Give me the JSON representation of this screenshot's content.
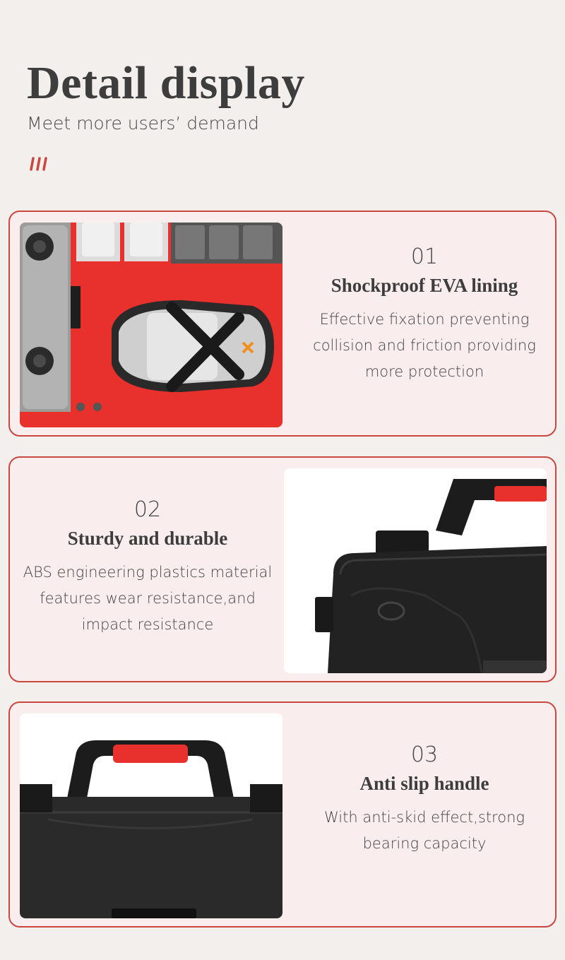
{
  "header": {
    "title": "Detail display",
    "subtitle": "Meet more users’ demand"
  },
  "colors": {
    "accent": "#c9473f",
    "card_bg": "#f9eeed",
    "page_bg": "#f2efed",
    "eva_red": "#e8302c"
  },
  "features": [
    {
      "number": "01",
      "title": "Shockproof EVA lining",
      "description_lines": [
        "Effective fixation preventing",
        "collision and friction providing",
        "more protection"
      ]
    },
    {
      "number": "02",
      "title": "Sturdy and durable",
      "description_lines": [
        "ABS engineering plastics material",
        "features wear  resistance,and",
        "impact  resistance"
      ]
    },
    {
      "number": "03",
      "title": "Anti slip handle",
      "description_lines": [
        "With anti-skid effect,strong",
        "bearing capacity"
      ]
    }
  ]
}
